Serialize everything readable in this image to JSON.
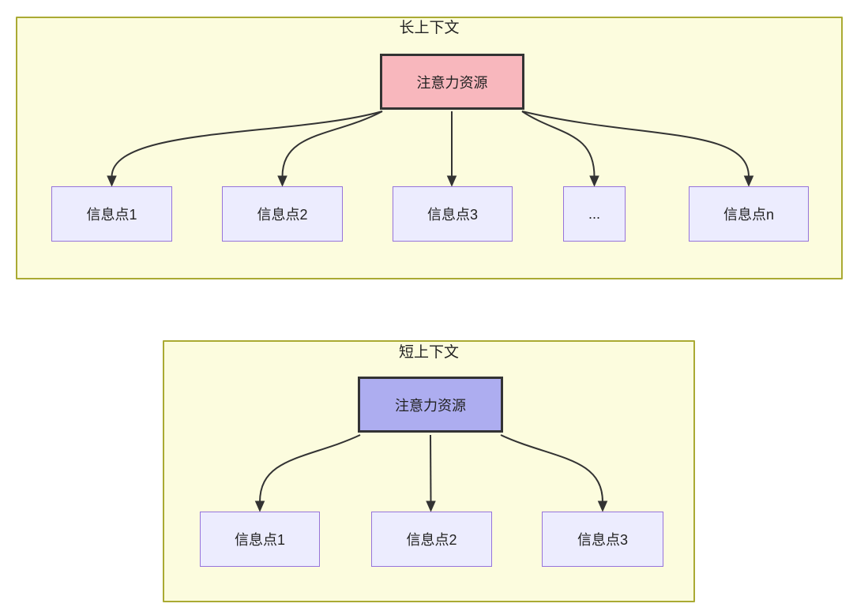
{
  "colors": {
    "container_fill": "#FCFCDE",
    "container_border": "#AAAA33",
    "attention_long_fill": "#F8B7BD",
    "attention_short_fill": "#ADADF0",
    "attention_border": "#333333",
    "node_fill": "#ECECFE",
    "node_border": "#9673DB",
    "arrow": "#333333"
  },
  "long_context": {
    "title": "长上下文",
    "attention": "注意力资源",
    "nodes": [
      "信息点1",
      "信息点2",
      "信息点3",
      "...",
      "信息点n"
    ]
  },
  "short_context": {
    "title": "短上下文",
    "attention": "注意力资源",
    "nodes": [
      "信息点1",
      "信息点2",
      "信息点3"
    ]
  }
}
